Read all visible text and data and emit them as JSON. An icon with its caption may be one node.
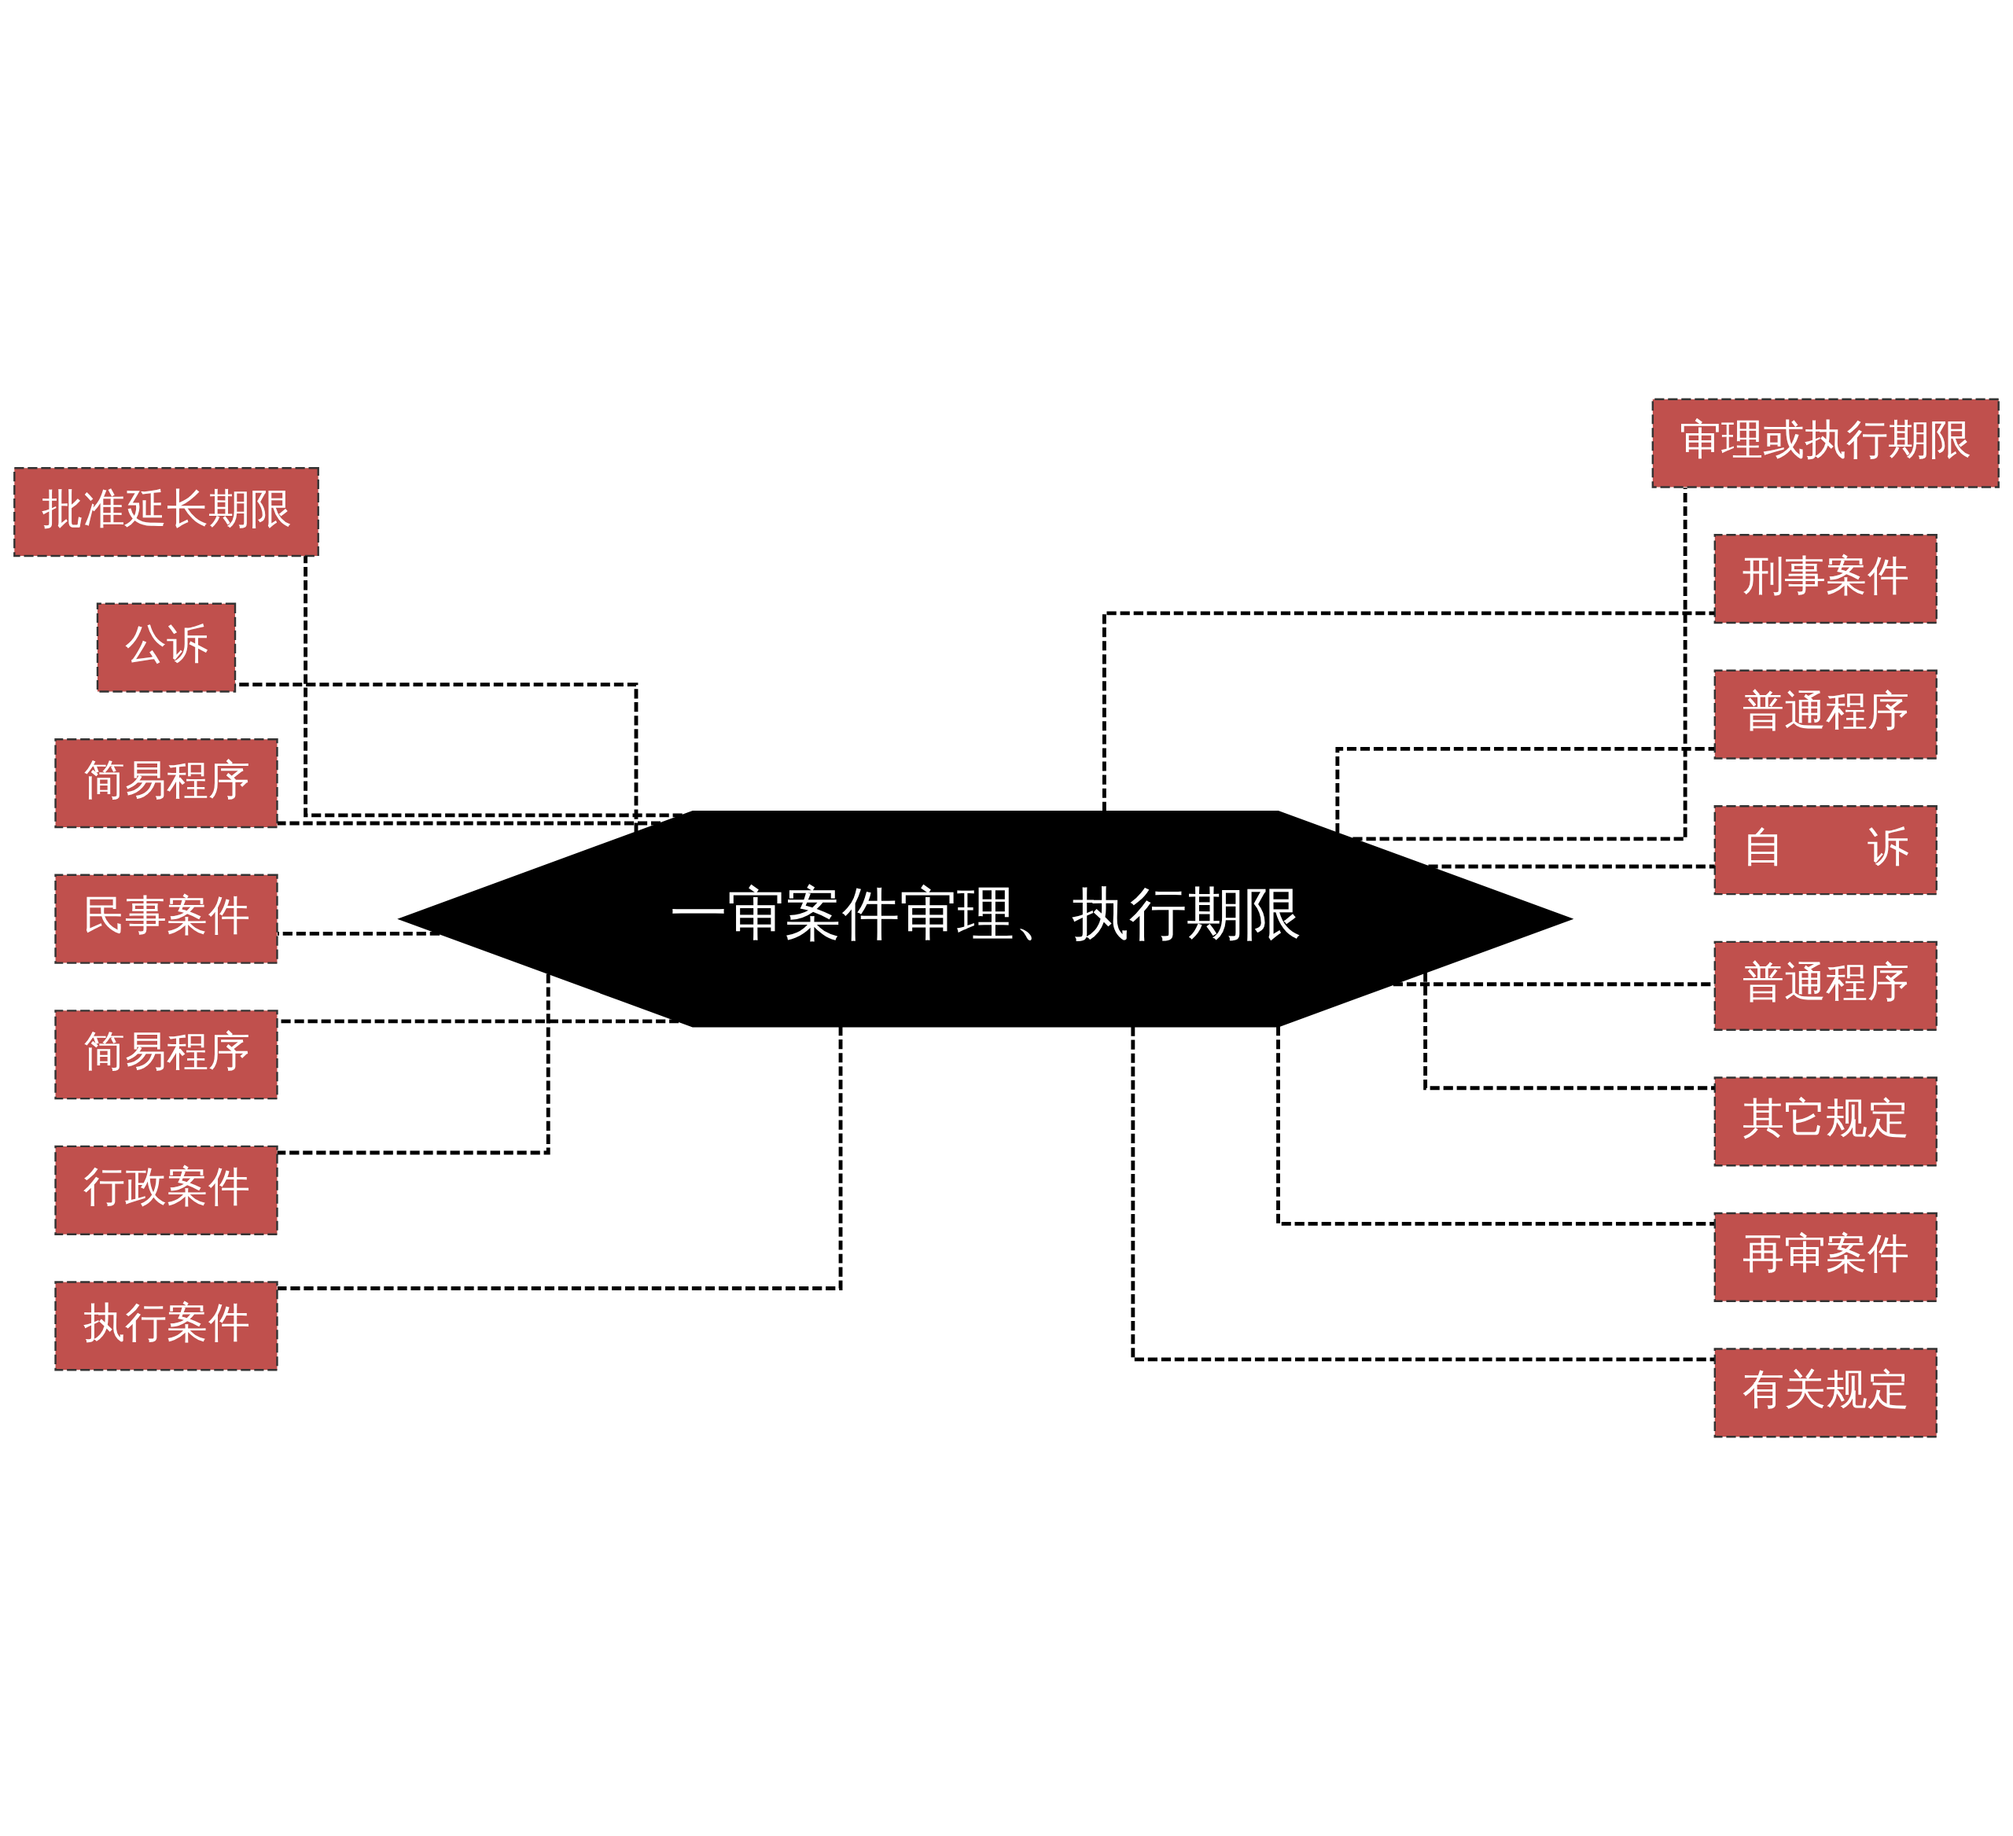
{
  "diagram": {
    "nodes": [
      {
        "text": [
          "一审案件审理、执行期限"
        ]
      },
      {
        "text": [
          "批准延长期限"
        ]
      },
      {
        "text": [
          "公诉"
        ]
      },
      {
        "text": [
          "简易程序"
        ]
      },
      {
        "text": [
          "民事案件"
        ]
      },
      {
        "text": [
          "简易程序"
        ]
      },
      {
        "text": [
          "行政案件"
        ]
      },
      {
        "text": [
          "执行案件"
        ]
      },
      {
        "text": [
          "审理或执行期限"
        ]
      },
      {
        "text": [
          "刑事案件"
        ]
      },
      {
        "text": [
          "普通程序"
        ]
      },
      {
        "text": [
          "自　　诉"
        ]
      },
      {
        "text": [
          "普通程序"
        ]
      },
      {
        "text": [
          "其它规定"
        ]
      },
      {
        "text": [
          "再审案件"
        ]
      },
      {
        "text": [
          "有关规定"
        ]
      }
    ],
    "edges": [
      {
        "from": 0,
        "to": 1,
        "arrow": "none",
        "style": "dashed"
      },
      {
        "from": 0,
        "to": 2,
        "arrow": "none",
        "style": "dashed"
      },
      {
        "from": 0,
        "to": 3,
        "arrow": "none",
        "style": "dashed"
      },
      {
        "from": 0,
        "to": 4,
        "arrow": "none",
        "style": "dashed"
      },
      {
        "from": 0,
        "to": 5,
        "arrow": "none",
        "style": "dashed"
      },
      {
        "from": 0,
        "to": 6,
        "arrow": "none",
        "style": "dashed"
      },
      {
        "from": 0,
        "to": 7,
        "arrow": "none",
        "style": "dashed"
      },
      {
        "from": 0,
        "to": 8,
        "arrow": "none",
        "style": "dashed"
      },
      {
        "from": 0,
        "to": 9,
        "arrow": "none",
        "style": "dashed"
      },
      {
        "from": 0,
        "to": 10,
        "arrow": "none",
        "style": "dashed"
      },
      {
        "from": 0,
        "to": 11,
        "arrow": "none",
        "style": "dashed"
      },
      {
        "from": 0,
        "to": 12,
        "arrow": "none",
        "style": "dashed"
      },
      {
        "from": 0,
        "to": 13,
        "arrow": "none",
        "style": "dashed"
      },
      {
        "from": 0,
        "to": 14,
        "arrow": "none",
        "style": "dashed"
      },
      {
        "from": 0,
        "to": 15,
        "arrow": "none",
        "style": "dashed"
      }
    ]
  }
}
